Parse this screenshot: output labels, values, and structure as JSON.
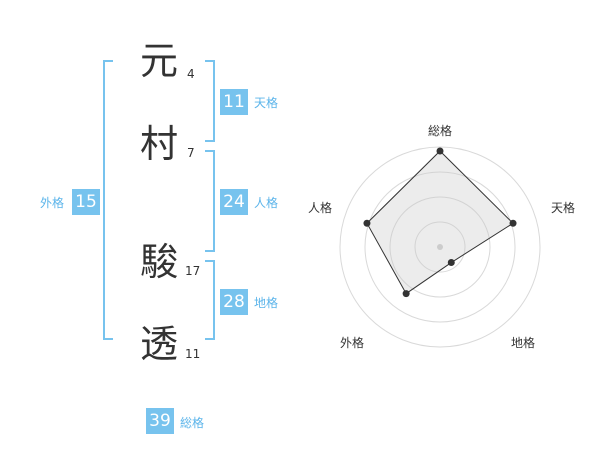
{
  "name": {
    "chars": [
      {
        "char": "元",
        "strokes": "4"
      },
      {
        "char": "村",
        "strokes": "7"
      },
      {
        "char": "駿",
        "strokes": "17"
      },
      {
        "char": "透",
        "strokes": "11"
      }
    ]
  },
  "fortune": {
    "tenkaku": {
      "value": "11",
      "label": "天格"
    },
    "jinkaku": {
      "value": "24",
      "label": "人格"
    },
    "chikaku": {
      "value": "28",
      "label": "地格"
    },
    "gaikaku": {
      "value": "15",
      "label": "外格"
    },
    "soukaku": {
      "value": "39",
      "label": "総格"
    }
  },
  "colors": {
    "accent": "#77c3ee",
    "text": "#333333",
    "label": "#5bb4ea"
  },
  "chart_data": {
    "type": "radar",
    "axes": [
      "総格",
      "天格",
      "地格",
      "外格",
      "人格"
    ],
    "values": [
      5,
      4,
      1,
      3,
      4
    ],
    "max": 5,
    "rings": 4
  }
}
